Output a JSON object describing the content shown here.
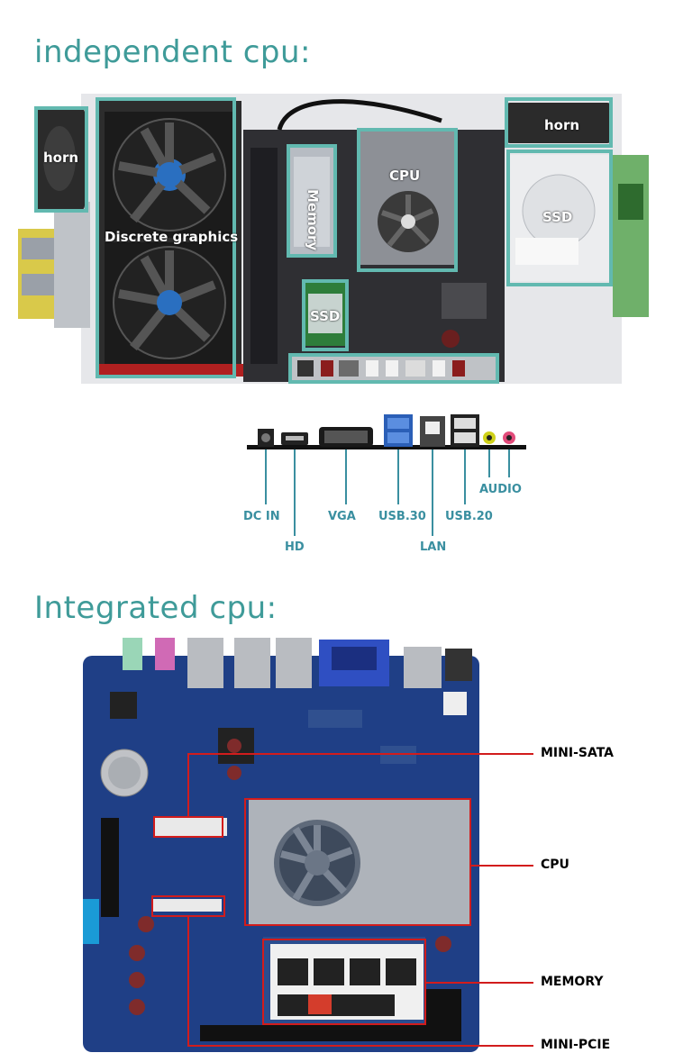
{
  "headings": {
    "independent": "independent cpu:",
    "integrated": "Integrated cpu:"
  },
  "independent_labels": {
    "horn_left": "horn",
    "horn_right": "horn",
    "graphics": "Discrete graphics",
    "memory": "Memory",
    "cpu": "CPU",
    "ssd_left": "SSD",
    "ssd_right": "SSD"
  },
  "ports": {
    "dc_in": "DC IN",
    "hd": "HD",
    "vga": "VGA",
    "usb30": "USB.30",
    "lan": "LAN",
    "usb20": "USB.20",
    "audio": "AUDIO"
  },
  "integrated_labels": {
    "mini_sata": "MINI-SATA",
    "cpu": "CPU",
    "memory": "MEMORY",
    "mini_pcie": "MINI-PCIE"
  },
  "colors": {
    "heading": "#3f9b99",
    "highlight_box": "#62b9b0",
    "port_label": "#3a8fa0",
    "callout_red": "#d21c1c",
    "board_blue": "#1f3f86"
  },
  "icons": [
    "fan-icon",
    "speaker-icon",
    "hdd-icon",
    "ram-icon",
    "port-icon"
  ]
}
